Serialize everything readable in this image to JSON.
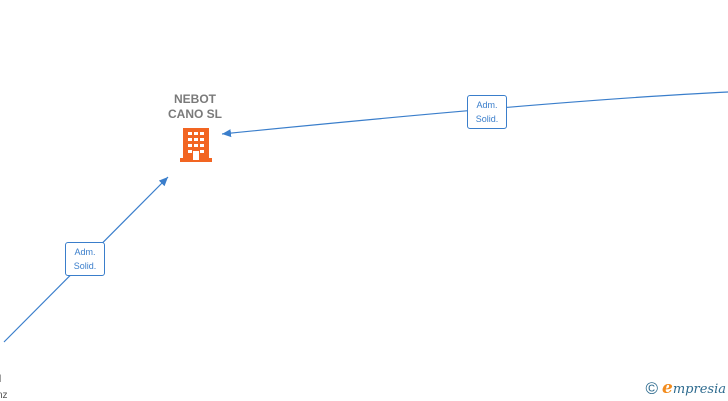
{
  "company": {
    "name_line1": "NEBOT",
    "name_line2": "CANO  SL",
    "icon": "building-icon",
    "icon_color": "#f26522"
  },
  "edges": [
    {
      "label_line1": "Adm.",
      "label_line2": "Solid."
    },
    {
      "label_line1": "Adm.",
      "label_line2": "Solid."
    }
  ],
  "partial_labels": {
    "line1": "l",
    "line2": "nz"
  },
  "watermark": {
    "copyright": "©",
    "brand_initial": "e",
    "brand_rest": "mpresia"
  },
  "colors": {
    "edge": "#3a7ecb",
    "node_text": "#7a7a7a",
    "brand_accent": "#f28c1e",
    "brand_text": "#2e6b8f"
  }
}
